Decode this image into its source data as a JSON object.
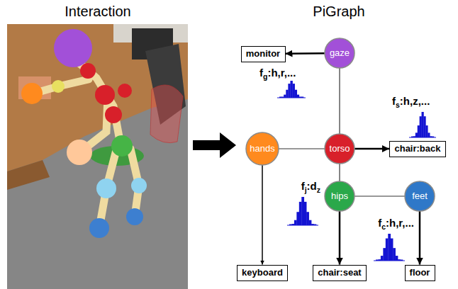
{
  "diagram": {
    "nodes": [
      {
        "text": [
          "monitor"
        ]
      },
      {
        "text": [
          "gaze"
        ]
      },
      {
        "text": [
          "hands"
        ]
      },
      {
        "text": [
          "torso"
        ]
      },
      {
        "text": [
          "chair:back"
        ]
      },
      {
        "text": [
          "hips"
        ]
      },
      {
        "text": [
          "feet"
        ]
      },
      {
        "text": [
          "keyboard"
        ]
      },
      {
        "text": [
          "chair:seat"
        ]
      },
      {
        "text": [
          "floor"
        ]
      }
    ],
    "edges": [
      {
        "from": 1,
        "to": 0,
        "arrow": "to"
      },
      {
        "from": 1,
        "to": 3,
        "arrow": "none"
      },
      {
        "from": 2,
        "to": 3,
        "arrow": "none"
      },
      {
        "from": 3,
        "to": 4,
        "arrow": "to"
      },
      {
        "from": 3,
        "to": 5,
        "arrow": "none"
      },
      {
        "from": 5,
        "to": 6,
        "arrow": "none"
      },
      {
        "from": 2,
        "to": 7,
        "arrow": "to"
      },
      {
        "from": 5,
        "to": 8,
        "arrow": "to"
      },
      {
        "from": 6,
        "to": 9,
        "arrow": "to"
      }
    ],
    "labels": [
      "Interaction",
      "PiGraph",
      "fg:h,r,...",
      "fs:h,z,...",
      "fj:dz",
      "fc:h,r,..."
    ]
  }
}
